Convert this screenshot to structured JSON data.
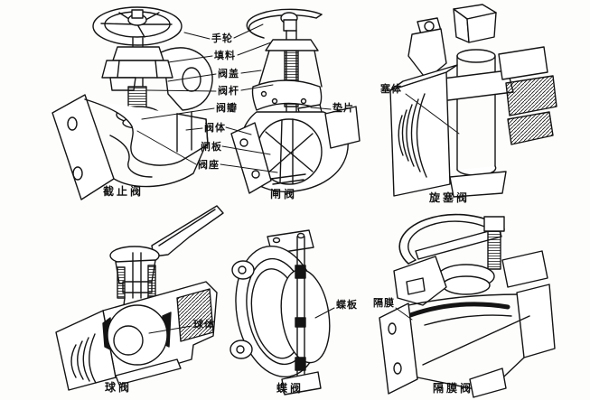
{
  "figure": {
    "background": "#fdfdfc",
    "ink": "#141414",
    "valves": [
      {
        "id": "globe-valve",
        "caption": "截止阀"
      },
      {
        "id": "gate-valve",
        "caption": "闸阀"
      },
      {
        "id": "plug-valve",
        "caption": "旋塞阀"
      },
      {
        "id": "ball-valve",
        "caption": "球阀"
      },
      {
        "id": "butterfly-valve",
        "caption": "蝶阀"
      },
      {
        "id": "diaphragm-valve",
        "caption": "隔膜阀"
      }
    ],
    "part_labels": [
      {
        "id": "handwheel",
        "text": "手轮"
      },
      {
        "id": "packing",
        "text": "填料"
      },
      {
        "id": "bonnet",
        "text": "阀盖"
      },
      {
        "id": "stem",
        "text": "阀杆"
      },
      {
        "id": "disc",
        "text": "阀瓣"
      },
      {
        "id": "valve-body",
        "text": "阀体"
      },
      {
        "id": "gate-plate",
        "text": "闸板"
      },
      {
        "id": "seat",
        "text": "阀座"
      },
      {
        "id": "gasket",
        "text": "垫片"
      },
      {
        "id": "plug-body",
        "text": "塞体"
      },
      {
        "id": "ball",
        "text": "球体"
      },
      {
        "id": "butterfly-plate",
        "text": "蝶板"
      },
      {
        "id": "diaphragm",
        "text": "隔膜"
      }
    ]
  }
}
